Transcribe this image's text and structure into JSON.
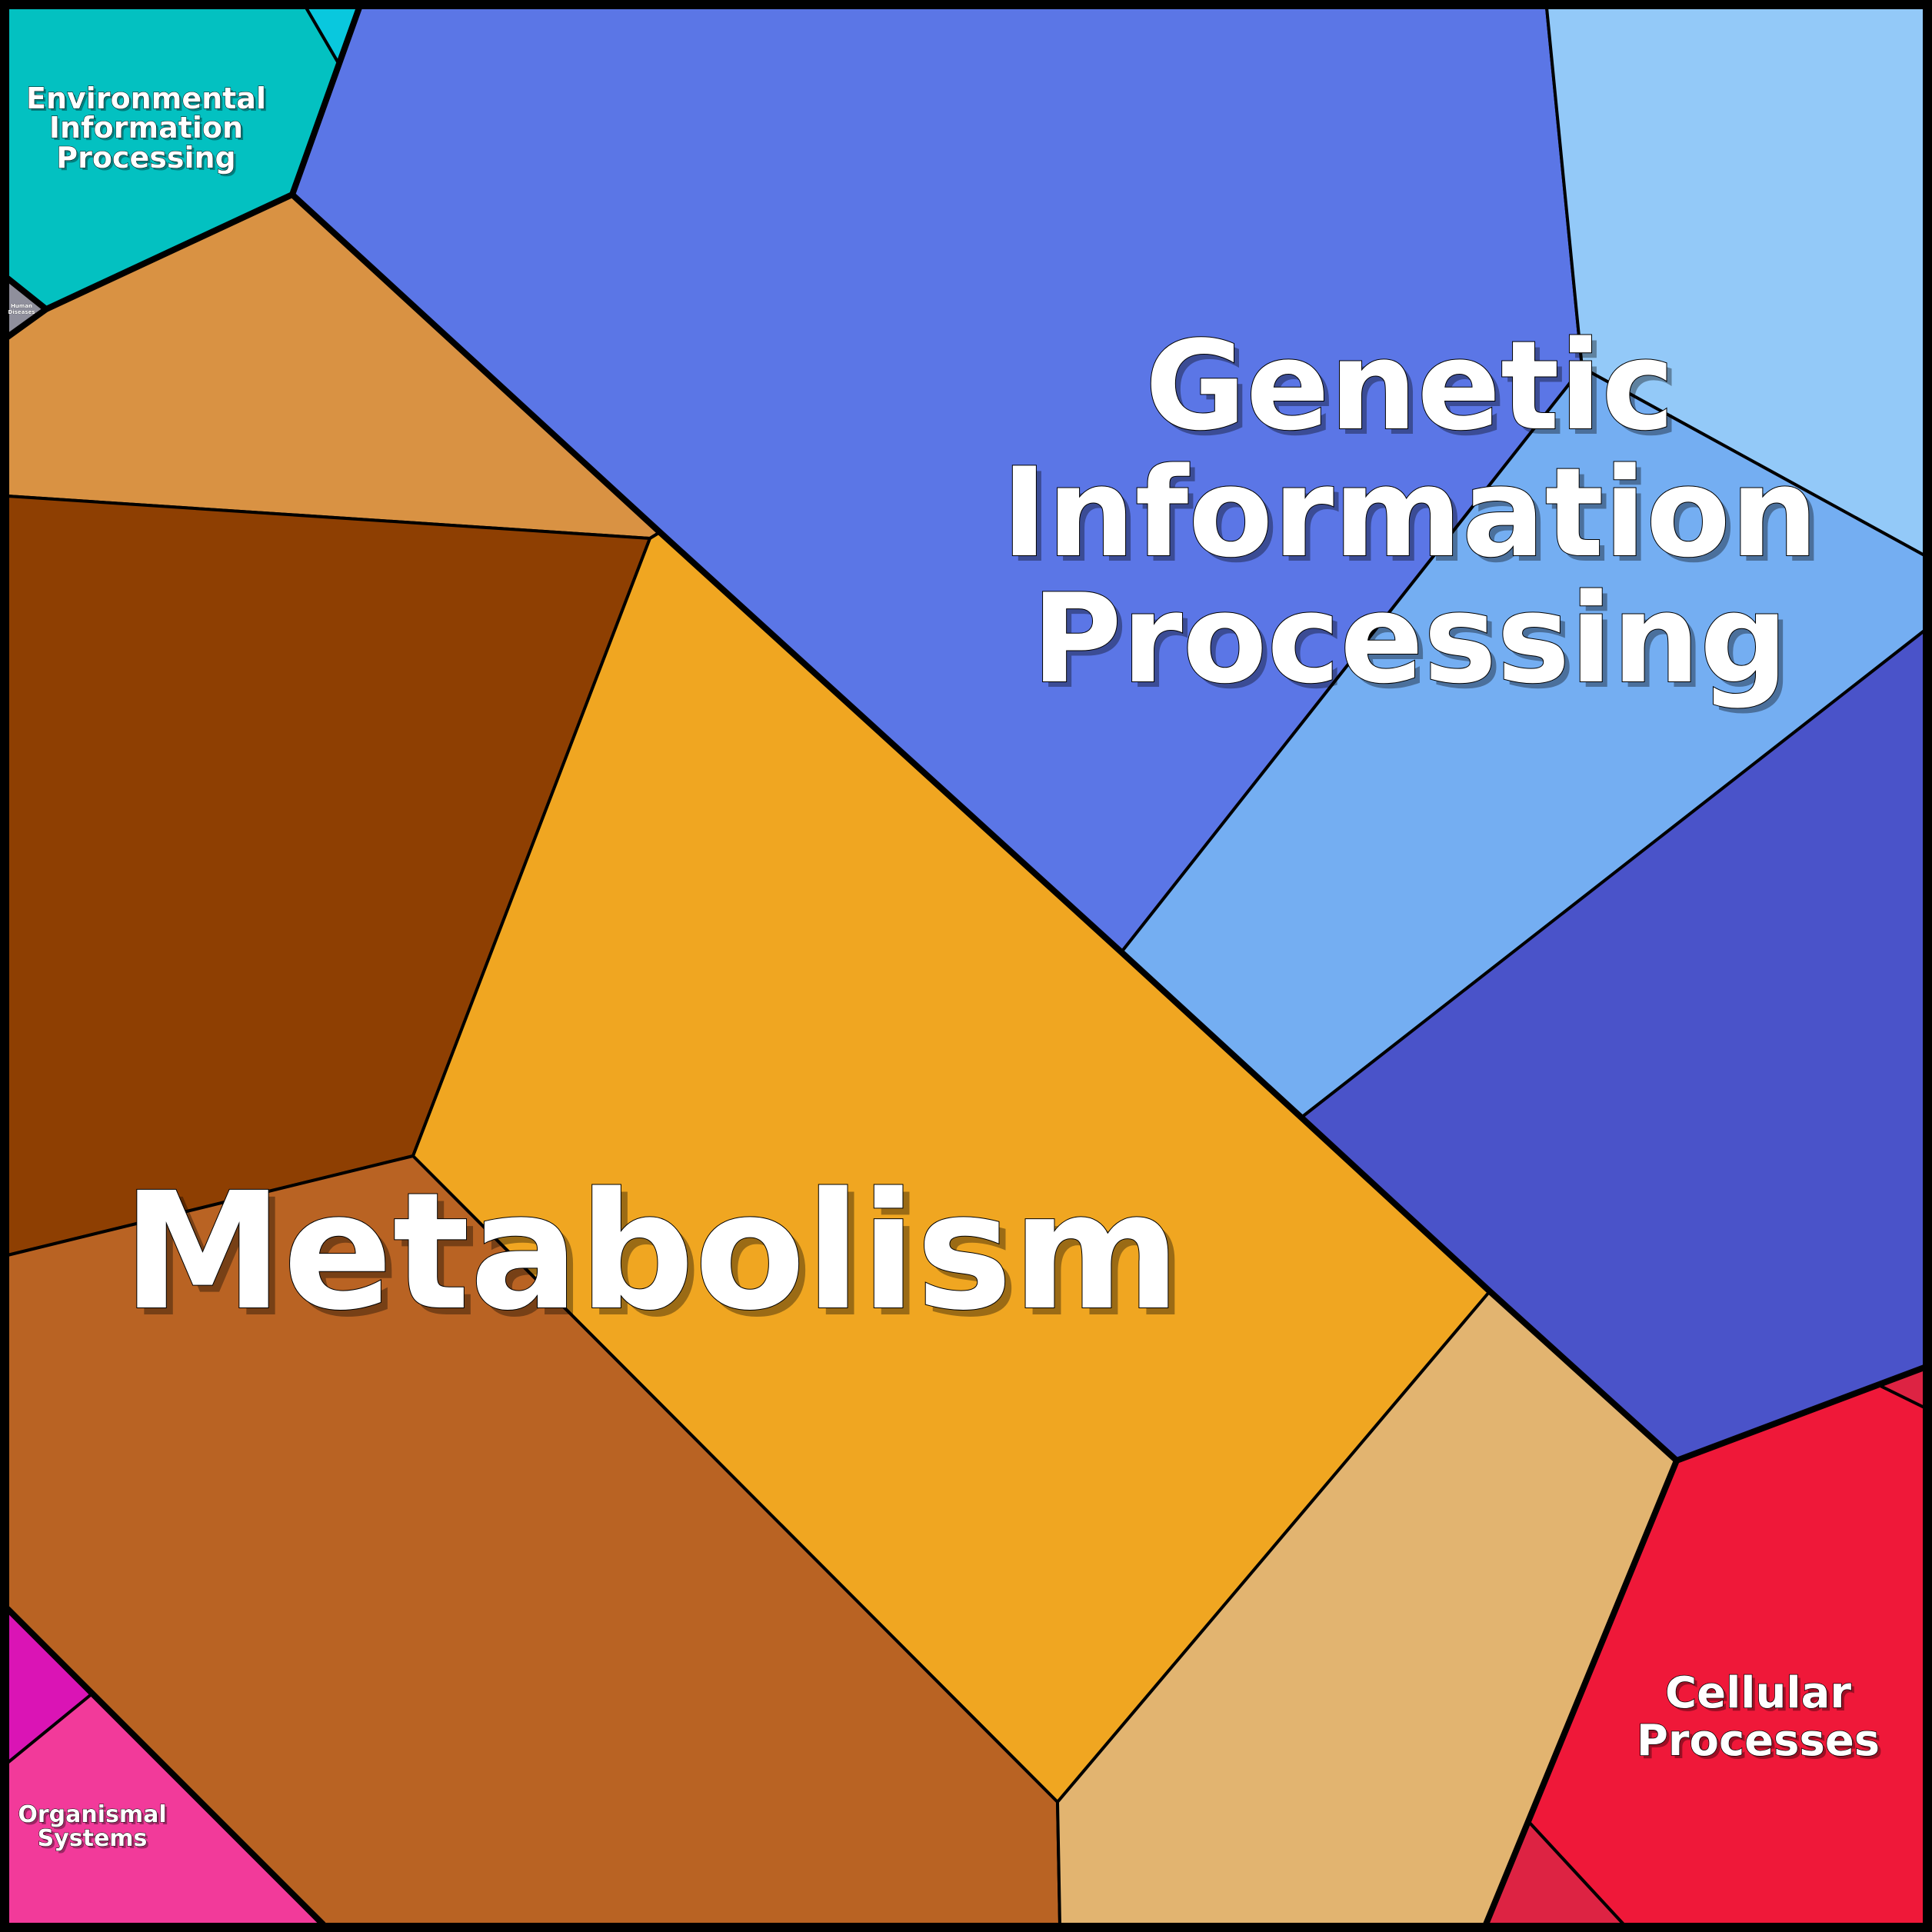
{
  "map": {
    "background": "#000000",
    "regions": [
      {
        "name": "Genetic Information Processing",
        "lines": [
          "Genetic",
          "Information",
          "Processing"
        ]
      },
      {
        "name": "Metabolism",
        "lines": [
          "Metabolism"
        ]
      },
      {
        "name": "Environmental Information Processing",
        "lines": [
          "Environmental",
          "Information",
          "Processing"
        ]
      },
      {
        "name": "Cellular Processes",
        "lines": [
          "Cellular",
          "Processes"
        ]
      },
      {
        "name": "Organismal Systems",
        "lines": [
          "Organismal",
          "Systems"
        ]
      },
      {
        "name": "Human Diseases",
        "lines": [
          "Human",
          "Diseases"
        ]
      }
    ],
    "colors": {
      "genetic_main": "#5b76e6",
      "genetic_light": "#93c9f8",
      "genetic_mid": "#74aef2",
      "genetic_dark": "#4a53c9",
      "metabolism_orange": "#f0a621",
      "metabolism_tan": "#d99243",
      "metabolism_brown": "#8e3f02",
      "metabolism_rust": "#b96323",
      "metabolism_sand": "#e2b470",
      "environmental": "#03c1c1",
      "environmental_light": "#09c8de",
      "cellular": "#ef1839",
      "cellular_dark": "#dd2343",
      "organismal": "#f23a9a",
      "organismal_dark": "#da14b5",
      "human_diseases": "#8f8f9c"
    }
  }
}
